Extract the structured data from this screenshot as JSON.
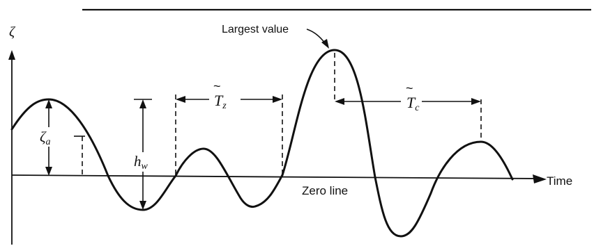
{
  "diagram": {
    "labels": {
      "y_axis_symbol": "ζ",
      "time": "Time",
      "zero_line": "Zero line",
      "largest_value": "Largest value",
      "zeta_a_main": "ζ",
      "zeta_a_sub": "a",
      "h_w_main": "h",
      "h_w_sub": "w",
      "t_z_main": "T",
      "t_z_sub": "z",
      "t_c_main": "T",
      "t_c_sub": "c"
    },
    "colors": {
      "ink": "#111111",
      "background": "#ffffff"
    }
  }
}
